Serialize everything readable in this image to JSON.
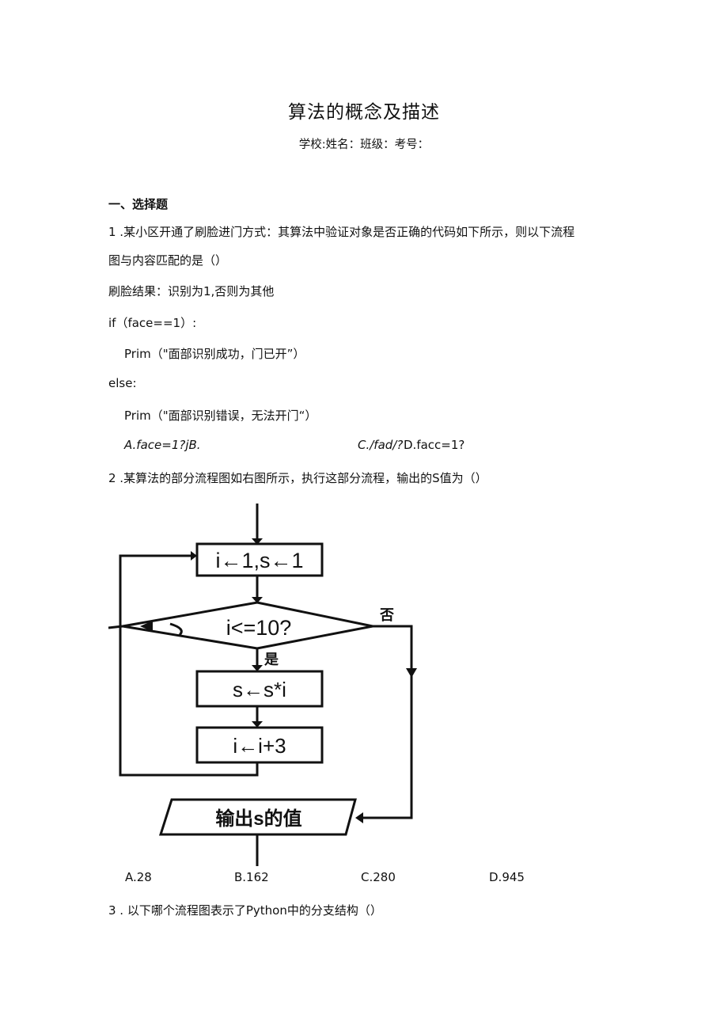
{
  "header": {
    "title": "算法的概念及描述",
    "subtitle": "学校:姓名：班级：考号："
  },
  "section_title": "一、选择题",
  "q1": {
    "line1": "1  .某小区开通了刷脸进门方式：其算法中验证对象是否正确的代码如下所示，则以下流程",
    "line2": "图与内容匹配的是（）",
    "line3": "刷脸结果：识别为1,否则为其他",
    "code1": "if（face==1）:",
    "code2": "Prim（\"面部识别成功，门已开”）",
    "code3": "else:",
    "code4": "Prim（\"面部识别错误，无法开门“）",
    "option_ab": "A.face=1?jB.",
    "option_cd_c": "C./fad/?",
    "option_cd_d": "D.facc=1?"
  },
  "q2": {
    "line1": "2  .某算法的部分流程图如右图所示，执行这部分流程，输出的S值为（）",
    "flowchart": {
      "init": "i←1,s←1",
      "condition": "i<=10?",
      "yes_label": "是",
      "no_label": "否",
      "step1": "s←s*i",
      "step2": "i←i+3",
      "output": "输出s的值"
    },
    "options": [
      "A.28",
      "B.162",
      "C.280",
      "D.945"
    ]
  },
  "q3": {
    "line1": "3  . 以下哪个流程图表示了Python中的分支结构（）"
  }
}
